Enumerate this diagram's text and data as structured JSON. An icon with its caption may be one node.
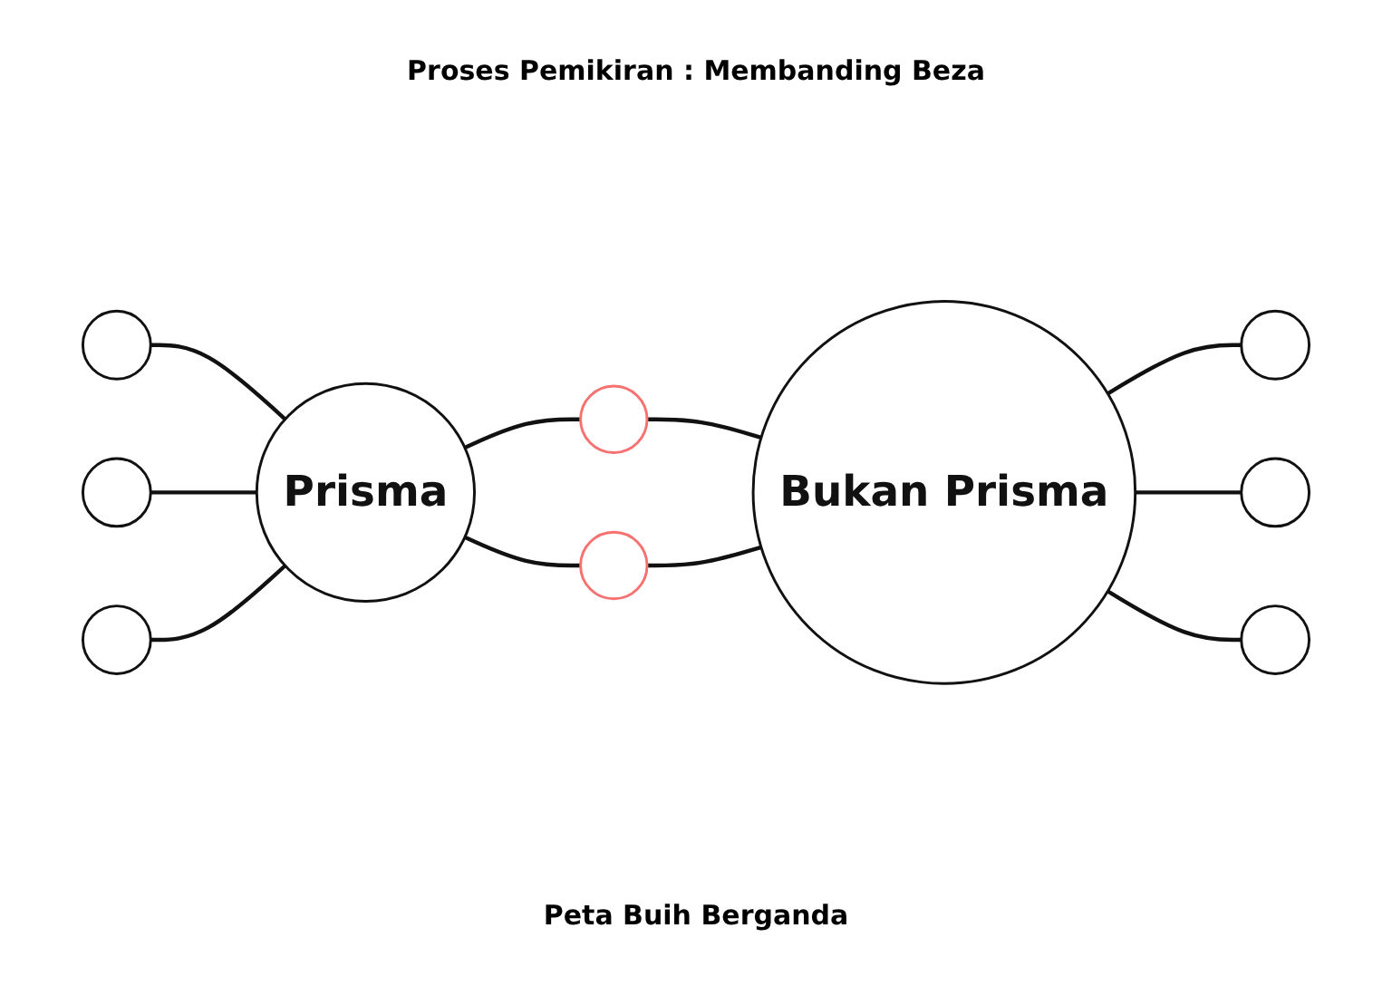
{
  "diagram": {
    "title": "Proses Pemikiran : Membanding Beza",
    "caption": "Peta Buih Berganda",
    "nodes": [
      {
        "text": [],
        "shape": "circle"
      },
      {
        "text": [],
        "shape": "circle"
      },
      {
        "text": [],
        "shape": "circle"
      },
      {
        "text": [],
        "shape": "circle"
      },
      {
        "text": [
          "Prisma"
        ]
      },
      {
        "text": [
          "Bukan Prisma"
        ]
      },
      {
        "text": [],
        "shape": "circle"
      },
      {
        "text": [],
        "shape": "circle"
      },
      {
        "text": [],
        "shape": "circle"
      },
      {
        "text": [],
        "shape": "circle"
      }
    ],
    "edges": [
      {
        "from": 0,
        "to": 4,
        "arrow": "none"
      },
      {
        "from": 3,
        "to": 4,
        "arrow": "none"
      },
      {
        "from": 7,
        "to": 4,
        "arrow": "none"
      },
      {
        "from": 4,
        "to": 1,
        "arrow": "none"
      },
      {
        "from": 4,
        "to": 8,
        "arrow": "none"
      },
      {
        "from": 1,
        "to": 5,
        "arrow": "none"
      },
      {
        "from": 8,
        "to": 5,
        "arrow": "none"
      },
      {
        "from": 5,
        "to": 2,
        "arrow": "none"
      },
      {
        "from": 5,
        "to": 6,
        "arrow": "none"
      },
      {
        "from": 5,
        "to": 9,
        "arrow": "none"
      }
    ]
  }
}
